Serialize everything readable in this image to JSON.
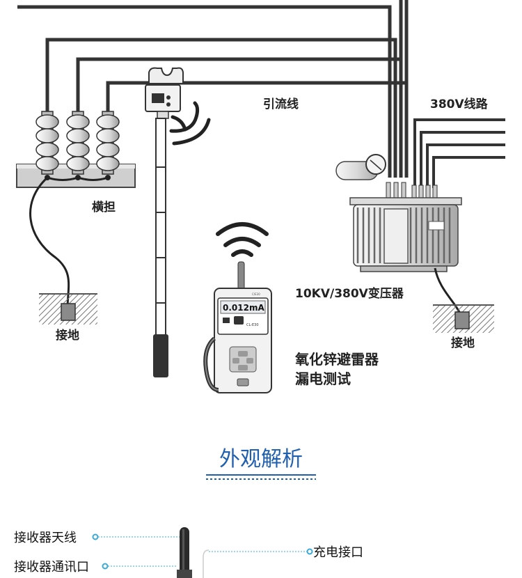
{
  "diagram": {
    "labels": {
      "lead_wire": "引流线",
      "line_380v": "380V线路",
      "crossarm": "横担",
      "ground_left": "接地",
      "transformer": "10KV/380V变压器",
      "ground_right": "接地",
      "product_line1": "氧化锌避雷器",
      "product_line2": "漏电测试"
    },
    "meter": {
      "reading": "0.012mA",
      "model": "CL-E30",
      "top_text": "C/E30"
    }
  },
  "section": {
    "title": "外观解析"
  },
  "callouts": {
    "antenna": "接收器天线",
    "comm_port": "接收器通讯口",
    "charge_port": "充电接口"
  },
  "colors": {
    "line": "#333333",
    "accent_blue": "#1f5fb0",
    "callout_blue": "#39a9d8",
    "ground_hatch": "#777777"
  }
}
